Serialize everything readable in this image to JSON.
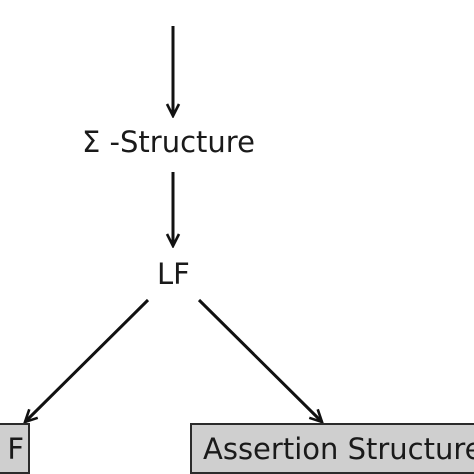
{
  "diagram": {
    "nodes": {
      "sigma_structure": "Σ -Structure",
      "lf": "LF",
      "left_box": "F",
      "right_box": "Assertion Structure"
    },
    "colors": {
      "line": "#111111",
      "box_fill": "#cfcfcf",
      "box_border": "#2b2b2b",
      "text": "#1a1a1a"
    }
  }
}
